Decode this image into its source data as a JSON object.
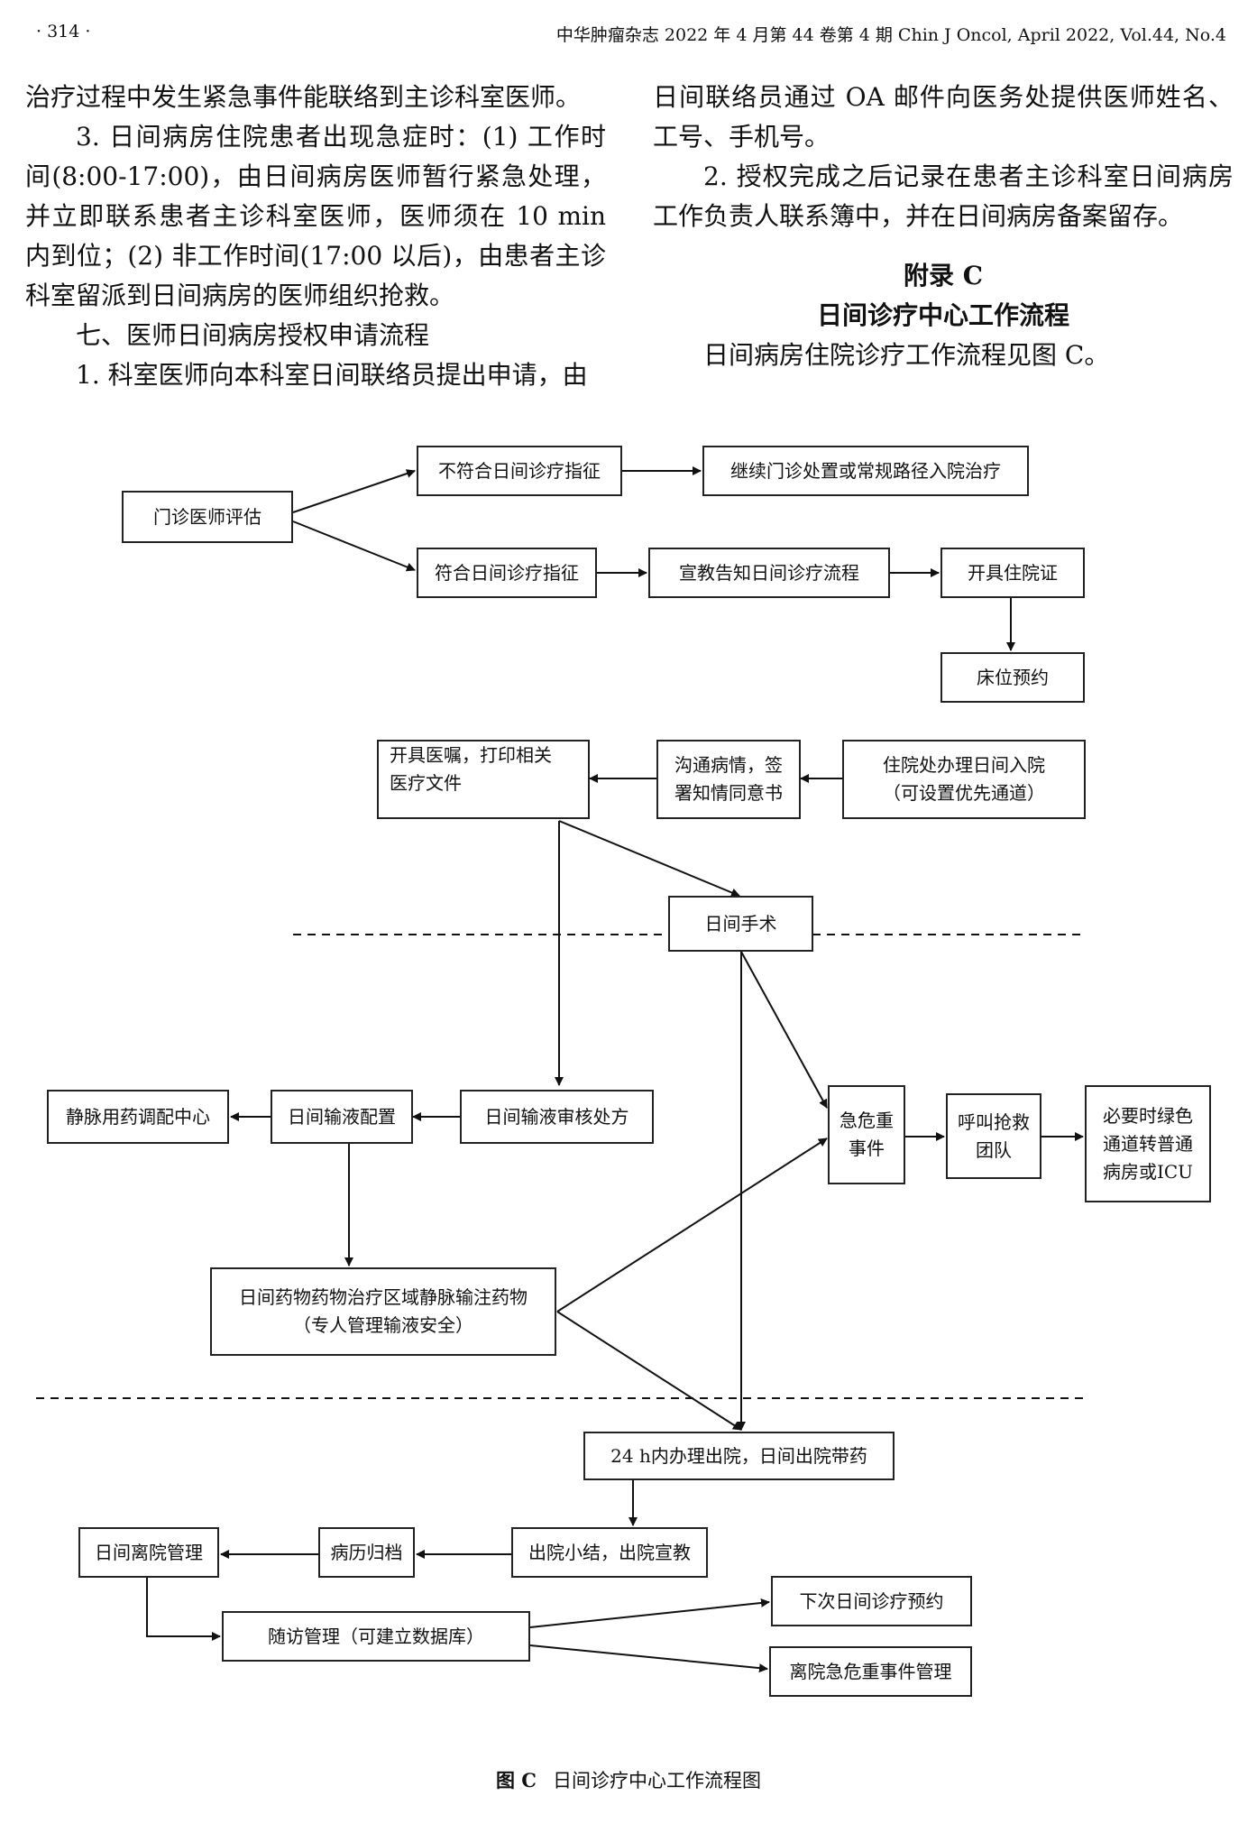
{
  "header": {
    "page_number": "· 314 ·",
    "journal": "中华肿瘤杂志 2022 年 4 月第 44 卷第 4 期   Chin J Oncol, April 2022, Vol.44, No.4"
  },
  "left_column": [
    "治疗过程中发生紧急事件能联络到主诊科室医师。",
    "3. 日间病房住院患者出现急症时：(1) 工作时间(8:00-17:00)，由日间病房医师暂行紧急处理，并立即联系患者主诊科室医师，医师须在 10 min 内到位；(2) 非工作时间(17:00 以后)，由患者主诊科室留派到日间病房的医师组织抢救。",
    "七、医师日间病房授权申请流程",
    "1. 科室医师向本科室日间联络员提出申请，由"
  ],
  "right_column": [
    "日间联络员通过 OA 邮件向医务处提供医师姓名、工号、手机号。",
    "2. 授权完成之后记录在患者主诊科室日间病房工作负责人联系簿中，并在日间病房备案留存。",
    "附录 C",
    "日间诊疗中心工作流程",
    "日间病房住院诊疗工作流程见图 C。"
  ],
  "flowchart": {
    "outpatient_eval": "门诊医师评估",
    "not_meet": "不符合日间诊疗指征",
    "continue_outpatient": "继续门诊处置或常规路径入院治疗",
    "meet": "符合日间诊疗指征",
    "education": "宣教告知日间诊疗流程",
    "admission_cert": "开具住院证",
    "bed_booking": "床位预约",
    "admission_office_1": "住院处办理日间入院",
    "admission_office_2": "（可设置优先通道）",
    "communicate_1": "沟通病情，签",
    "communicate_2": "署知情同意书",
    "orders_1": "开具医嘱，打印相关",
    "orders_2": "医疗文件",
    "day_surgery": "日间手术",
    "infusion_review": "日间输液审核处方",
    "infusion_config": "日间输液配置",
    "iv_center": "静脉用药调配中心",
    "infusion_area_1": "日间药物药物治疗区域静脉输注药物",
    "infusion_area_2": "（专人管理输液安全）",
    "emergency_1": "急危重",
    "emergency_2": "事件",
    "rescue_1": "呼叫抢救",
    "rescue_2": "团队",
    "green_1": "必要时绿色",
    "green_2": "通道转普通",
    "green_3": "病房或ICU",
    "discharge_24h": "24 h内办理出院，日间出院带药",
    "discharge_summary": "出院小结，出院宣教",
    "record_archive": "病历归档",
    "leave_management": "日间离院管理",
    "followup": "随访管理（可建立数据库）",
    "next_appointment": "下次日间诊疗预约",
    "post_discharge_emergency": "离院急危重事件管理"
  },
  "caption": {
    "label": "图 C",
    "text": "日间诊疗中心工作流程图"
  }
}
